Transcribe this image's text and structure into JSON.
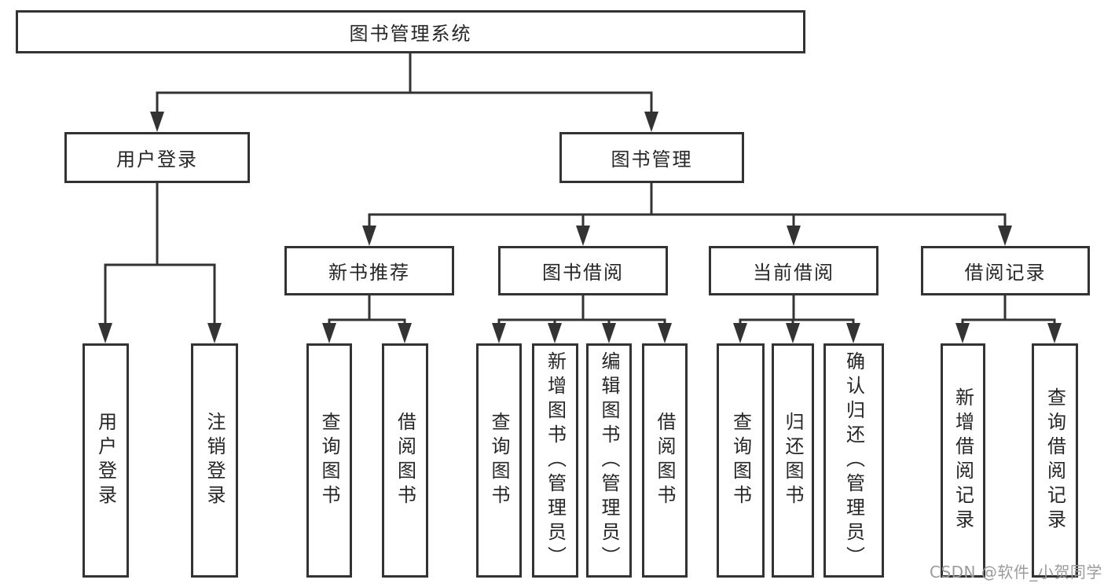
{
  "tree": {
    "root": {
      "label": "图书管理系统",
      "children": [
        {
          "label": "用户登录",
          "children": [
            {
              "label": "用户登录"
            },
            {
              "label": "注销登录"
            }
          ]
        },
        {
          "label": "图书管理",
          "children": [
            {
              "label": "新书推荐",
              "children": [
                {
                  "label": "查询图书"
                },
                {
                  "label": "借阅图书"
                }
              ]
            },
            {
              "label": "图书借阅",
              "children": [
                {
                  "label": "查询图书"
                },
                {
                  "label": "新增图书（管理员）"
                },
                {
                  "label": "编辑图书（管理员）"
                },
                {
                  "label": "借阅图书"
                }
              ]
            },
            {
              "label": "当前借阅",
              "children": [
                {
                  "label": "查询图书"
                },
                {
                  "label": "归还图书"
                },
                {
                  "label": "确认归还（管理员）"
                }
              ]
            },
            {
              "label": "借阅记录",
              "children": [
                {
                  "label": "新增借阅记录"
                },
                {
                  "label": "查询借阅记录"
                }
              ]
            }
          ]
        }
      ]
    },
    "colors": {
      "line": "#333333",
      "box_border": "#333333",
      "text": "#262626",
      "background": "#ffffff",
      "watermark": "#9b9b9b"
    }
  },
  "watermark": {
    "text": "CSDN @软件_小贺同学"
  }
}
